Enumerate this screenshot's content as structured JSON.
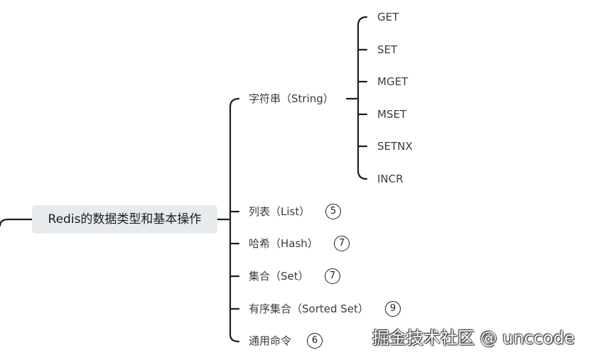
{
  "root": {
    "label": "Redis的数据类型和基本操作"
  },
  "branches": [
    {
      "label": "字符串（String）",
      "badge": ""
    },
    {
      "label": "列表（List）",
      "badge": "5"
    },
    {
      "label": "哈希（Hash）",
      "badge": "7"
    },
    {
      "label": "集合（Set）",
      "badge": "7"
    },
    {
      "label": "有序集合（Sorted Set）",
      "badge": "9"
    },
    {
      "label": "通用命令",
      "badge": "6"
    }
  ],
  "string_commands": [
    "GET",
    "SET",
    "MGET",
    "MSET",
    "SETNX",
    "INCR"
  ],
  "watermark": "掘金技术社区 @ unccode",
  "colors": {
    "line": "#1e1e1e",
    "root_bg": "#e8ebee",
    "text": "#3c3c3c"
  }
}
